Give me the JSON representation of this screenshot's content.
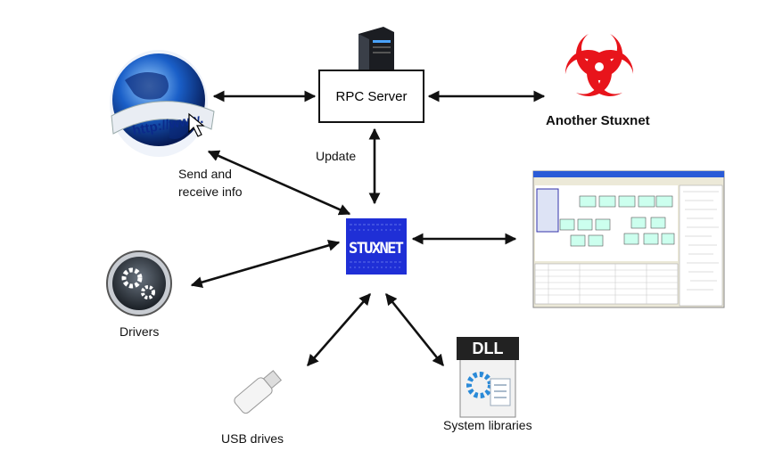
{
  "nodes": {
    "rpc_server": {
      "label": "RPC Server",
      "icon": "server-tower-icon"
    },
    "another_stuxnet": {
      "label": "Another Stuxnet",
      "icon": "biohazard-icon",
      "color": "#e8141b"
    },
    "internet": {
      "icon": "globe-http-icon",
      "logo_text": "http://www."
    },
    "stuxnet": {
      "logo_text": "STUXNET",
      "color": "#1f2fd6"
    },
    "scada_screenshot": {
      "icon": "step7-configuration-screenshot"
    },
    "drivers": {
      "label": "Drivers",
      "icon": "gears-icon"
    },
    "usb": {
      "label": "USB drives",
      "icon": "usb-stick-icon"
    },
    "dll": {
      "label": "System libraries",
      "icon": "dll-file-icon",
      "logo_text": "DLL"
    }
  },
  "edge_labels": {
    "update": "Update",
    "send_receive": [
      "Send and",
      "receive info"
    ]
  }
}
